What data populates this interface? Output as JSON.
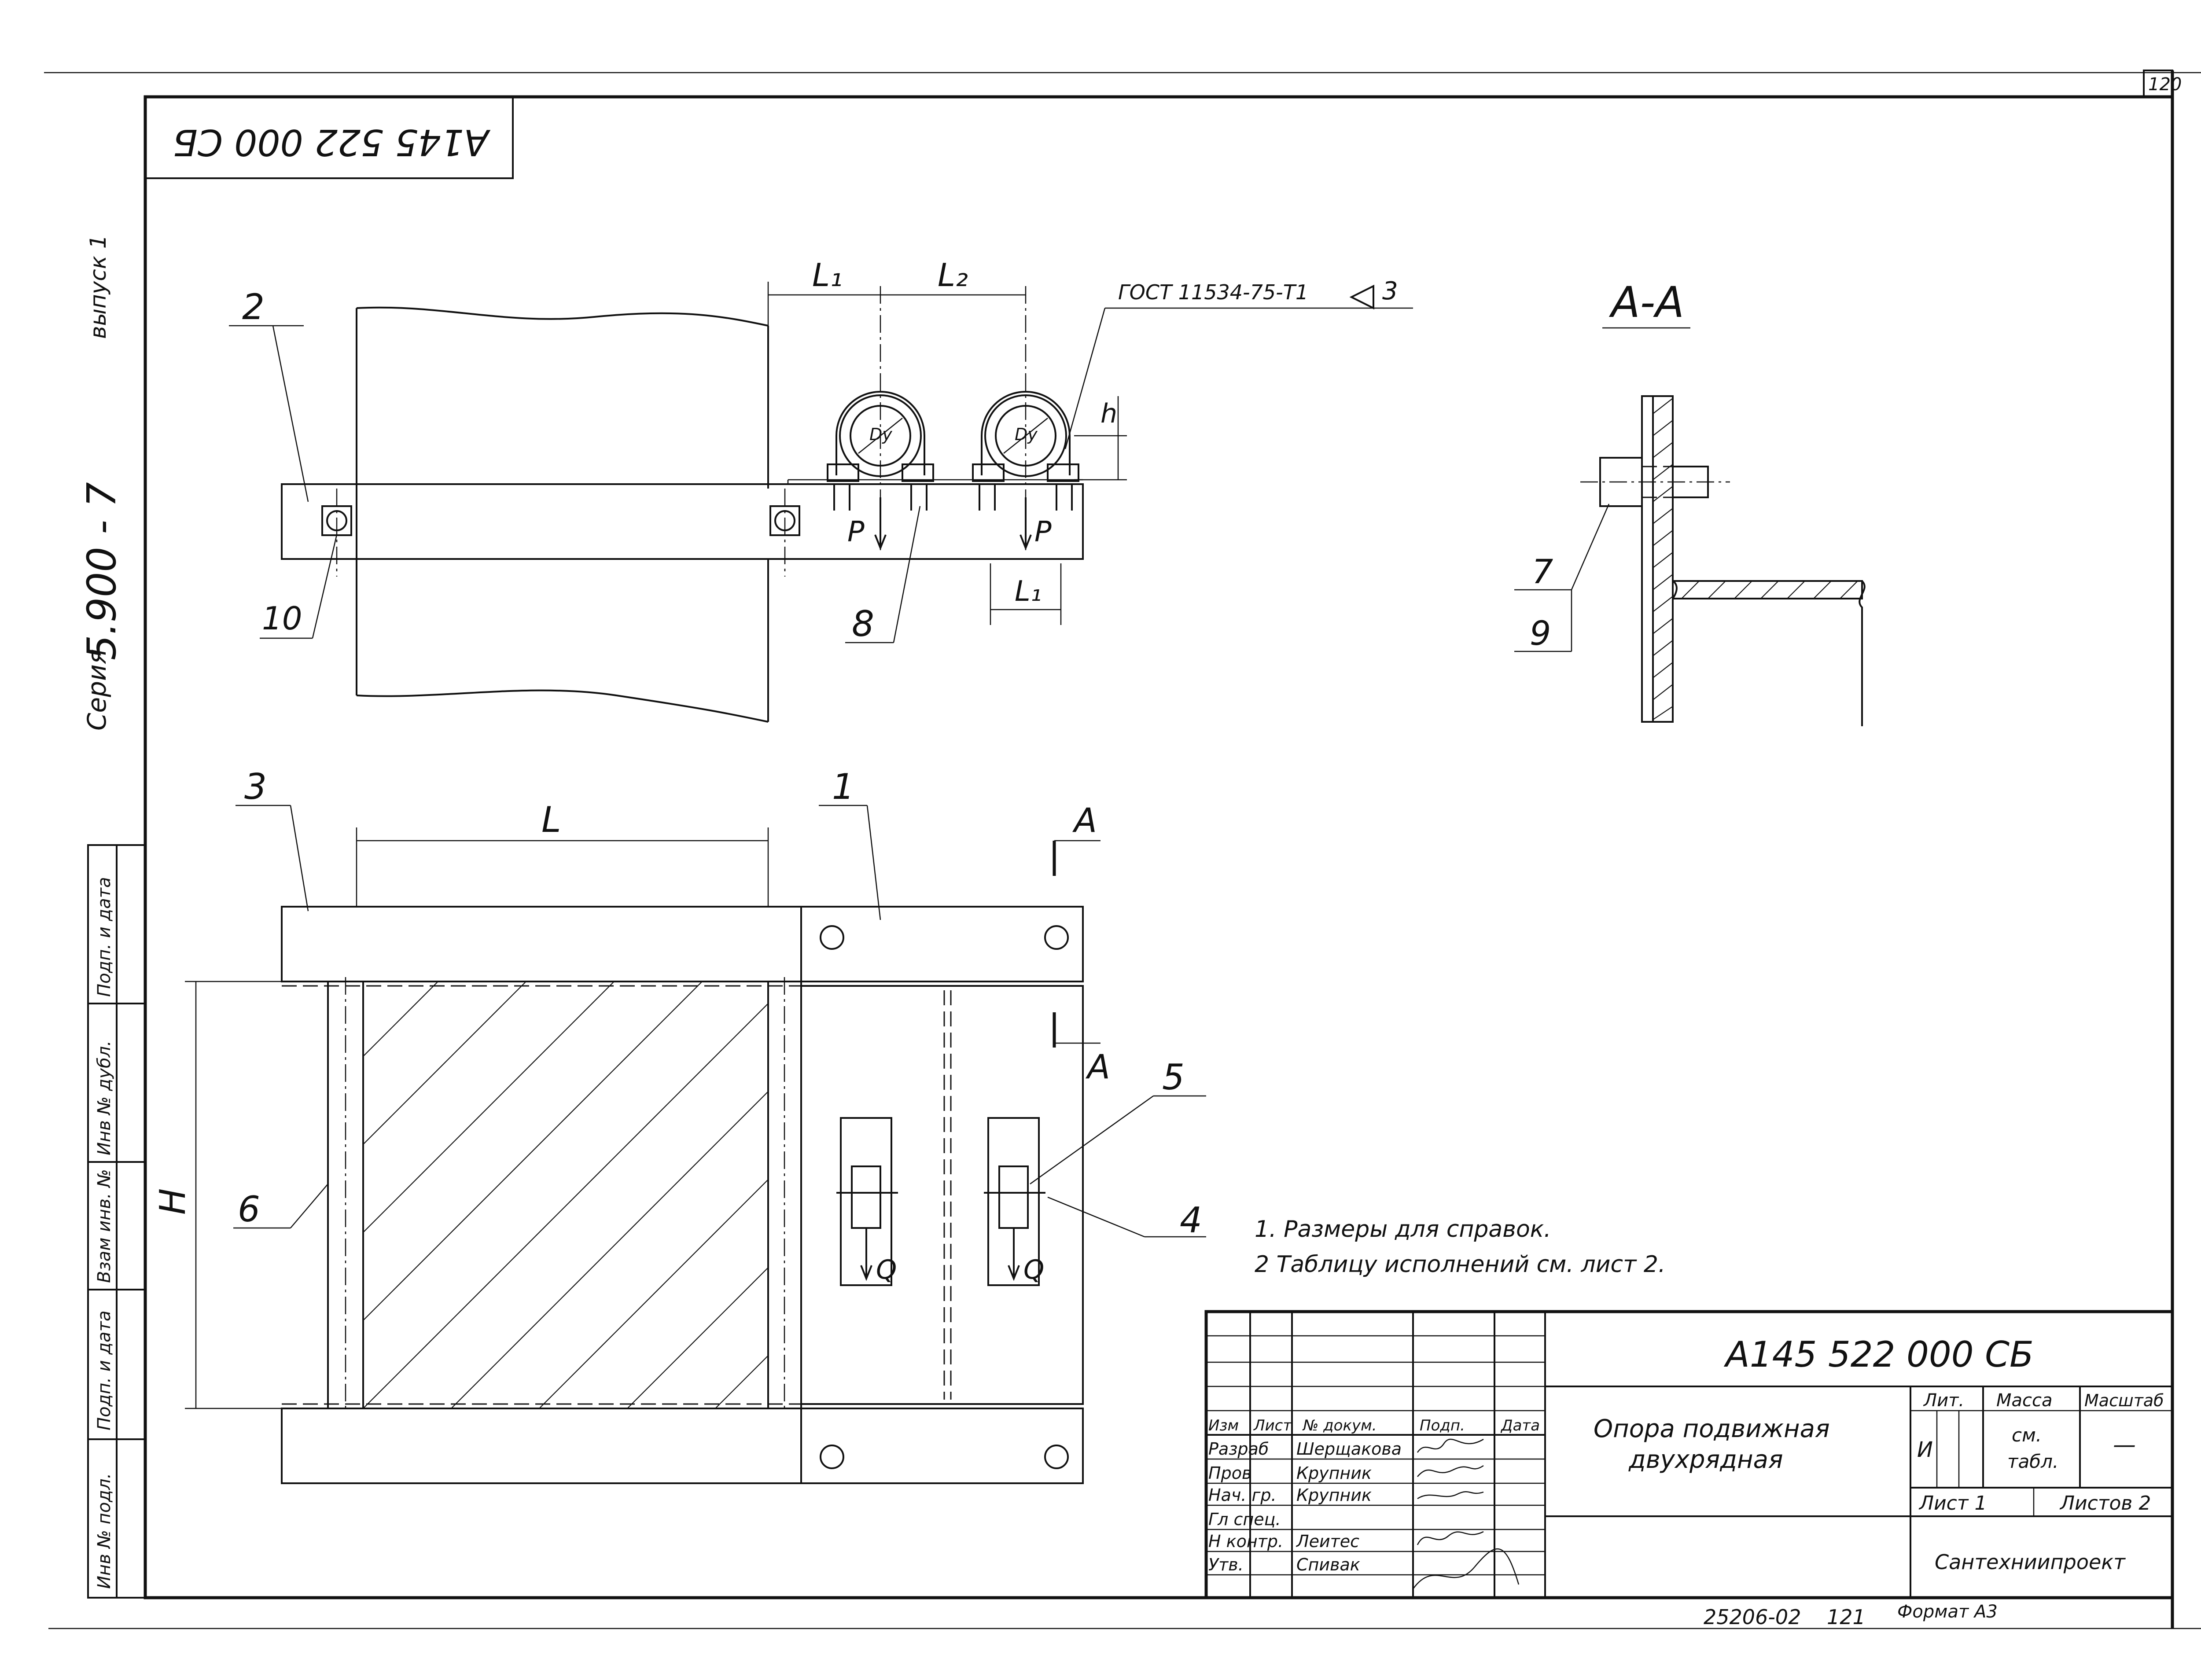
{
  "sheet": {
    "page_number": "120",
    "stamp_code_mirrored": "А145 522 000 СБ",
    "series_label": "Серия",
    "series_value": "5.900 - 7",
    "issue_label": "выпуск 1",
    "left_column_labels": [
      "Инв № подл.",
      "Подп. и дата",
      "Взам инв. №",
      "Инв № дубл.",
      "Подп. и дата"
    ]
  },
  "drawing": {
    "gost_note": "ГОСТ 11534-75-Т1",
    "weld_size": "3",
    "section_title": "А-А",
    "section_mark": "А",
    "dimensions": {
      "L1": "L₁",
      "L2": "L₂",
      "L": "L",
      "H": "H",
      "h": "h",
      "l": "L₁"
    },
    "loads": {
      "P": "P",
      "Q": "Q"
    },
    "diameter_symbol": "Dу",
    "callouts": [
      "1",
      "2",
      "3",
      "4",
      "5",
      "6",
      "7",
      "8",
      "9",
      "10"
    ]
  },
  "notes": [
    "1. Размеры для справок.",
    "2 Таблицу исполнений см. лист 2."
  ],
  "title_block": {
    "doc_code": "А145 522 000 СБ",
    "title_line1": "Опора подвижная",
    "title_line2": "двухрядная",
    "col_headers": [
      "Изм",
      "Лист",
      "№ докум.",
      "Подп.",
      "Дата"
    ],
    "rows": [
      {
        "role": "Разраб",
        "name": "Шерщакова"
      },
      {
        "role": "Пров",
        "name": "Крупник"
      },
      {
        "role": "Нач. гр.",
        "name": "Крупник"
      },
      {
        "role": "Гл спец.",
        "name": ""
      },
      {
        "role": "Н контр.",
        "name": "Леитес"
      },
      {
        "role": "Утв.",
        "name": "Спивак"
      }
    ],
    "lit_label": "Лит.",
    "lit_value": "И",
    "mass_label": "Масса",
    "mass_value_1": "см.",
    "mass_value_2": "табл.",
    "scale_label": "Масштаб",
    "scale_value": "—",
    "sheet_label": "Лист 1",
    "sheets_label": "Листов 2",
    "organization": "Сантехниипроект"
  },
  "footer": {
    "order_number": "25206-02",
    "copy_number": "121",
    "format": "Формат А3"
  }
}
